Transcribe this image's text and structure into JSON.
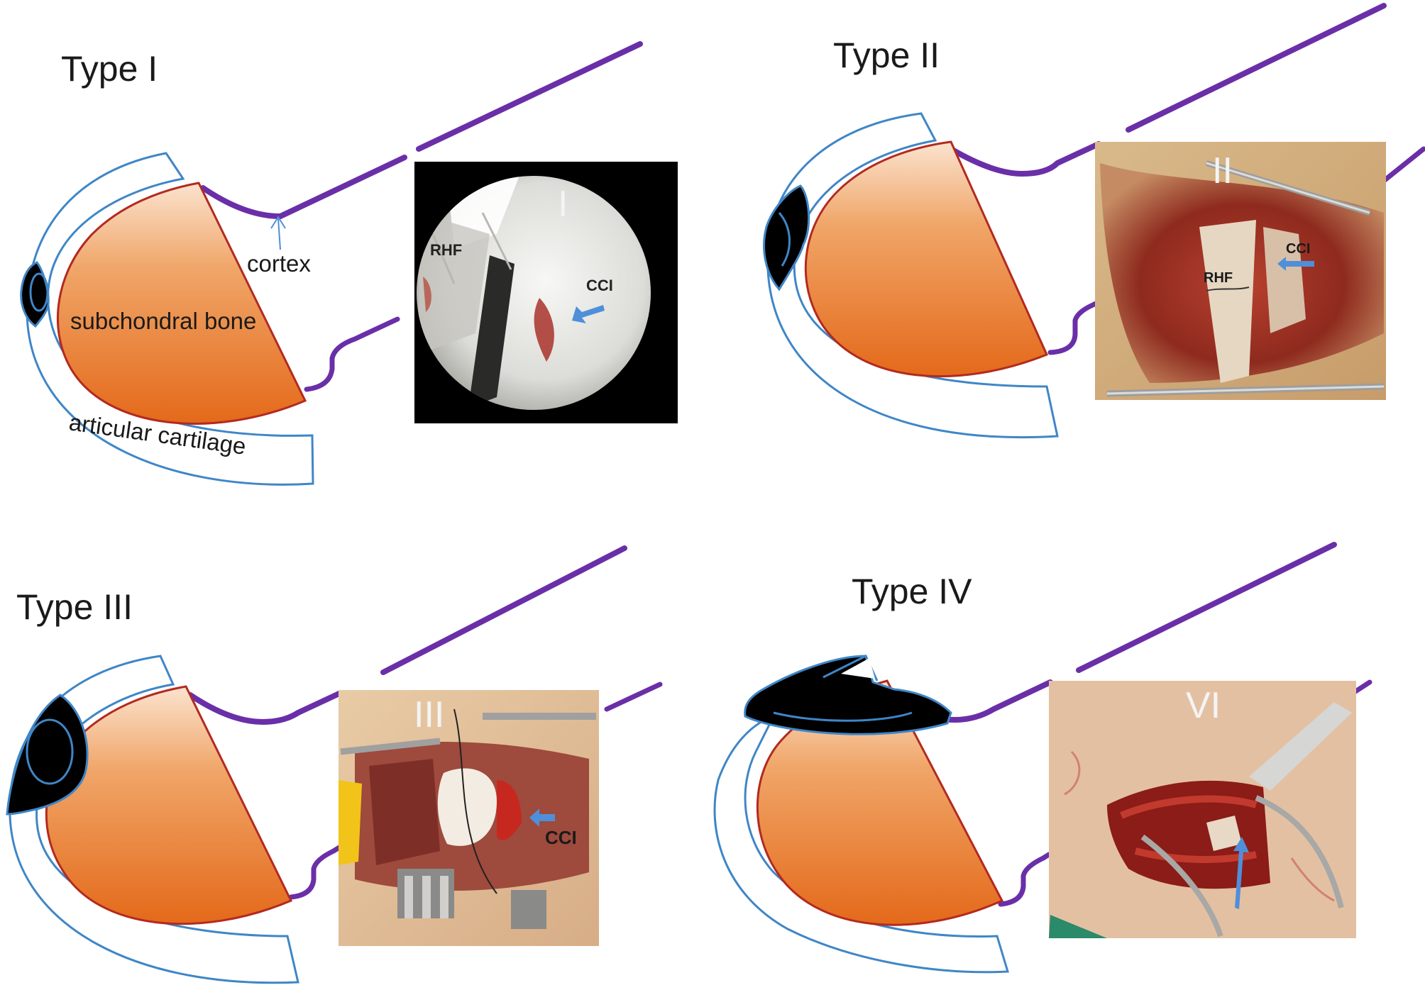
{
  "colors": {
    "cartilage_outline": "#3f86c7",
    "bone_fill_light": "#fbe3cf",
    "bone_fill_dark": "#e66f1d",
    "bone_outline": "#b32a1f",
    "cortex_line": "#6a2fa8",
    "fragment_fill": "#000000",
    "arrow": "#4f8fd9"
  },
  "panels": [
    {
      "id": "type-1",
      "title": "Type I",
      "photo_label": "I",
      "photo_kind": "arthroscopic",
      "photo_tags": [
        "RHF",
        "CCI"
      ],
      "annotations": [
        "cortex",
        "subchondral bone",
        "articular cartilage"
      ]
    },
    {
      "id": "type-2",
      "title": "Type II",
      "photo_label": "II",
      "photo_kind": "surgical",
      "photo_tags": [
        "RHF",
        "CCI"
      ]
    },
    {
      "id": "type-3",
      "title": "Type III",
      "photo_label": "III",
      "photo_kind": "surgical",
      "photo_tags": [
        "CCI"
      ]
    },
    {
      "id": "type-4",
      "title": "Type IV",
      "photo_label": "VI",
      "photo_kind": "surgical",
      "photo_tags": []
    }
  ]
}
